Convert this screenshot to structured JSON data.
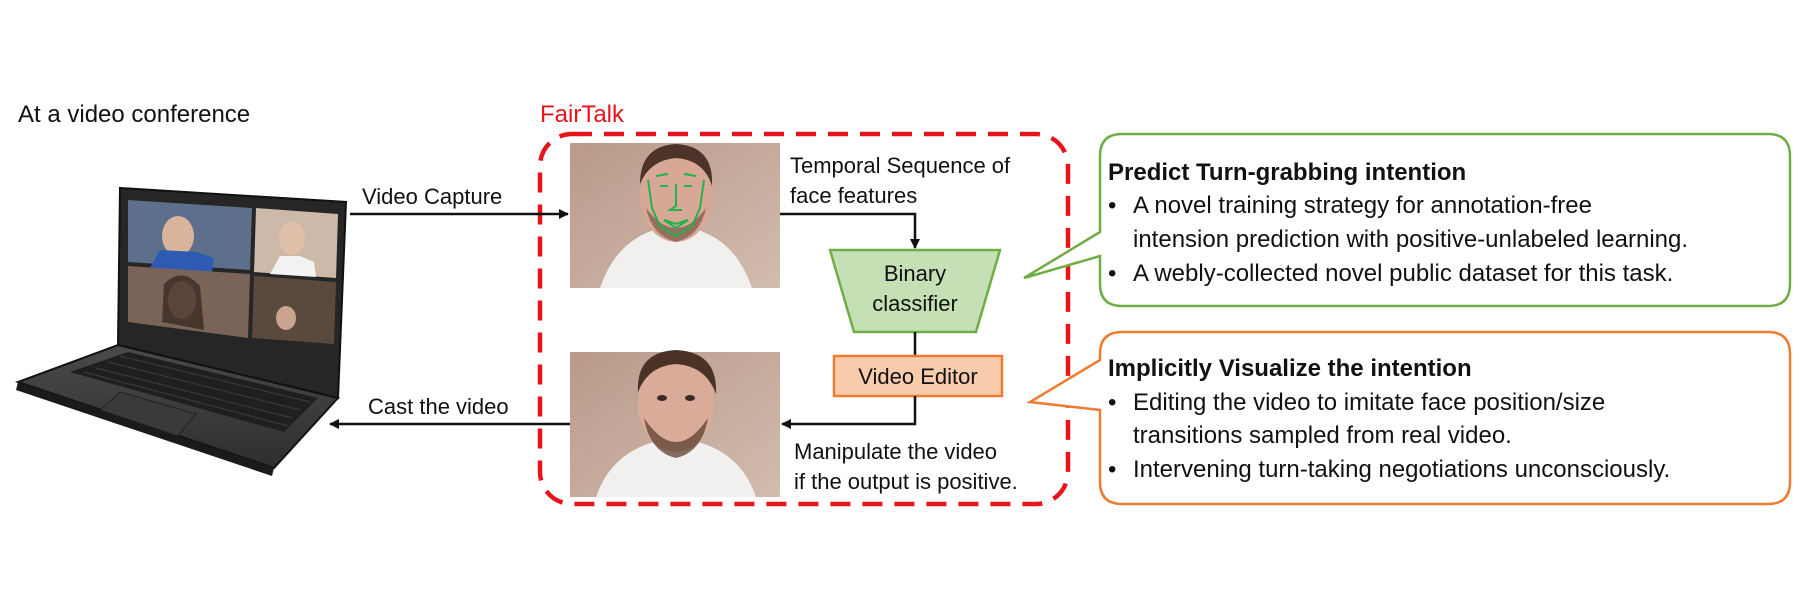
{
  "scene": {
    "title": "At a video conference"
  },
  "fairtalk": {
    "label": "FairTalk",
    "video_capture": "Video Capture",
    "temporal_line1": "Temporal Sequence of",
    "temporal_line2": "face features",
    "classifier_line1": "Binary",
    "classifier_line2": "classifier",
    "editor": "Video Editor",
    "manipulate_line1": "Manipulate the video",
    "manipulate_line2": "if the output is positive.",
    "cast": "Cast the video"
  },
  "callout_predict": {
    "title": "Predict Turn-grabbing intention",
    "bullet1_line1": "A novel training strategy for annotation-free",
    "bullet1_line2": "intension prediction with positive-unlabeled learning.",
    "bullet2_line1": "A webly-collected novel public dataset for this task."
  },
  "callout_visualize": {
    "title": "Implicitly Visualize the intention",
    "bullet1_line1": "Editing the video to imitate face position/size",
    "bullet1_line2": "transitions sampled from real video.",
    "bullet2_line1": "Intervening turn-taking negotiations unconsciously."
  },
  "colors": {
    "fairtalk_red": "#e8141c",
    "classifier_fill": "#c5e0b4",
    "classifier_stroke": "#70ad47",
    "editor_fill": "#f8cbad",
    "editor_stroke": "#ed7d31",
    "callout_green": "#70ad47",
    "callout_orange": "#ed7d31",
    "arrow": "#111111"
  },
  "icons": {
    "laptop": "laptop-icon",
    "face_top": "face-landmarks-image",
    "face_bottom": "face-edited-image"
  }
}
